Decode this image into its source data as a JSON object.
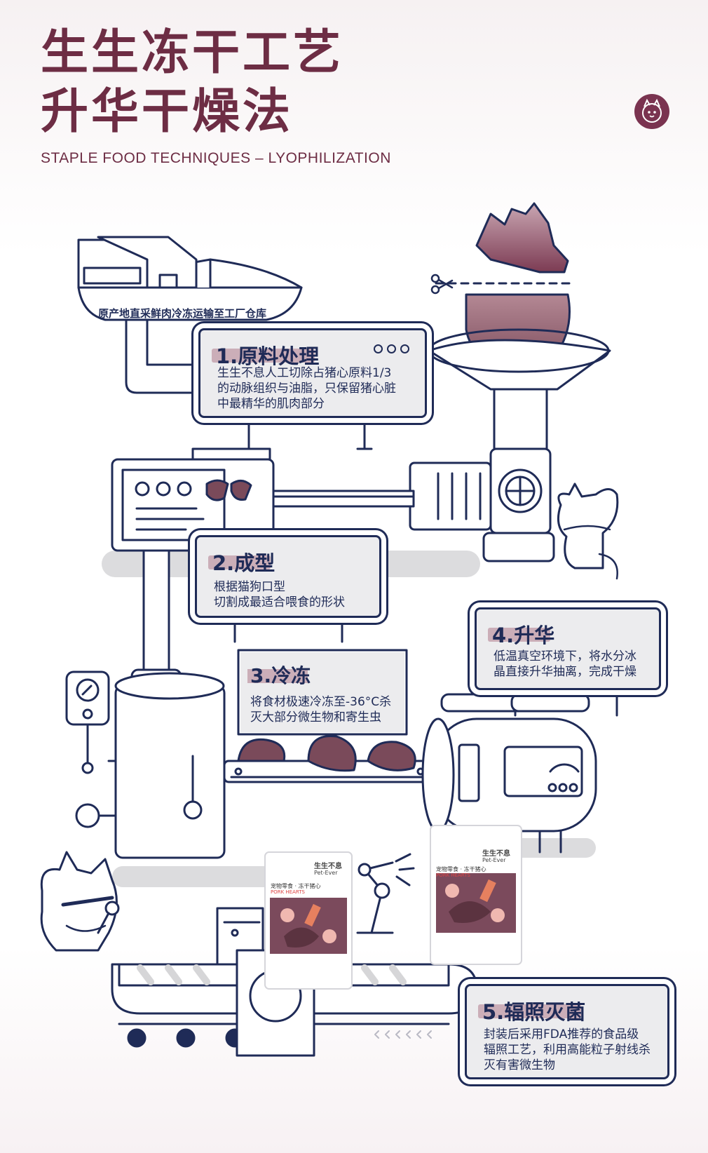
{
  "header": {
    "title_line1": "生生冻干工艺",
    "title_line2": "升华干燥法",
    "subtitle": "STAPLE FOOD TECHNIQUES – LYOPHILIZATION"
  },
  "origin_label": "原产地直采鲜肉冷冻运输至工厂仓库",
  "steps": [
    {
      "title": "1.原料处理",
      "text": [
        "生生不息人工切除占猪心原料1/3",
        "的动脉组织与油脂，只保留猪心脏",
        "中最精华的肌肉部分"
      ]
    },
    {
      "title": "2.成型",
      "text": [
        "根据猫狗口型",
        "切割成最适合喂食的形状"
      ]
    },
    {
      "title": "3.冷冻",
      "text": [
        "将食材极速冷冻至-36°C杀",
        "灭大部分微生物和寄生虫"
      ]
    },
    {
      "title": "4.升华",
      "text": [
        "低温真空环境下，将水分冰",
        "晶直接升华抽离，完成干燥"
      ]
    },
    {
      "title": "5.辐照灭菌",
      "text": [
        "封装后采用FDA推荐的食品级",
        "辐照工艺，利用高能粒子射线杀",
        "灭有害微生物"
      ]
    }
  ],
  "package": {
    "brand": "生生不息",
    "brand_en": "Pet-Ever",
    "product": "宠物零食 · 冻干猪心",
    "product_en": "PORK HEARTS"
  },
  "colors": {
    "brand": "#6d2d44",
    "line": "#1f2b57",
    "panel": "#ececee",
    "meat": "#8a5a66"
  }
}
